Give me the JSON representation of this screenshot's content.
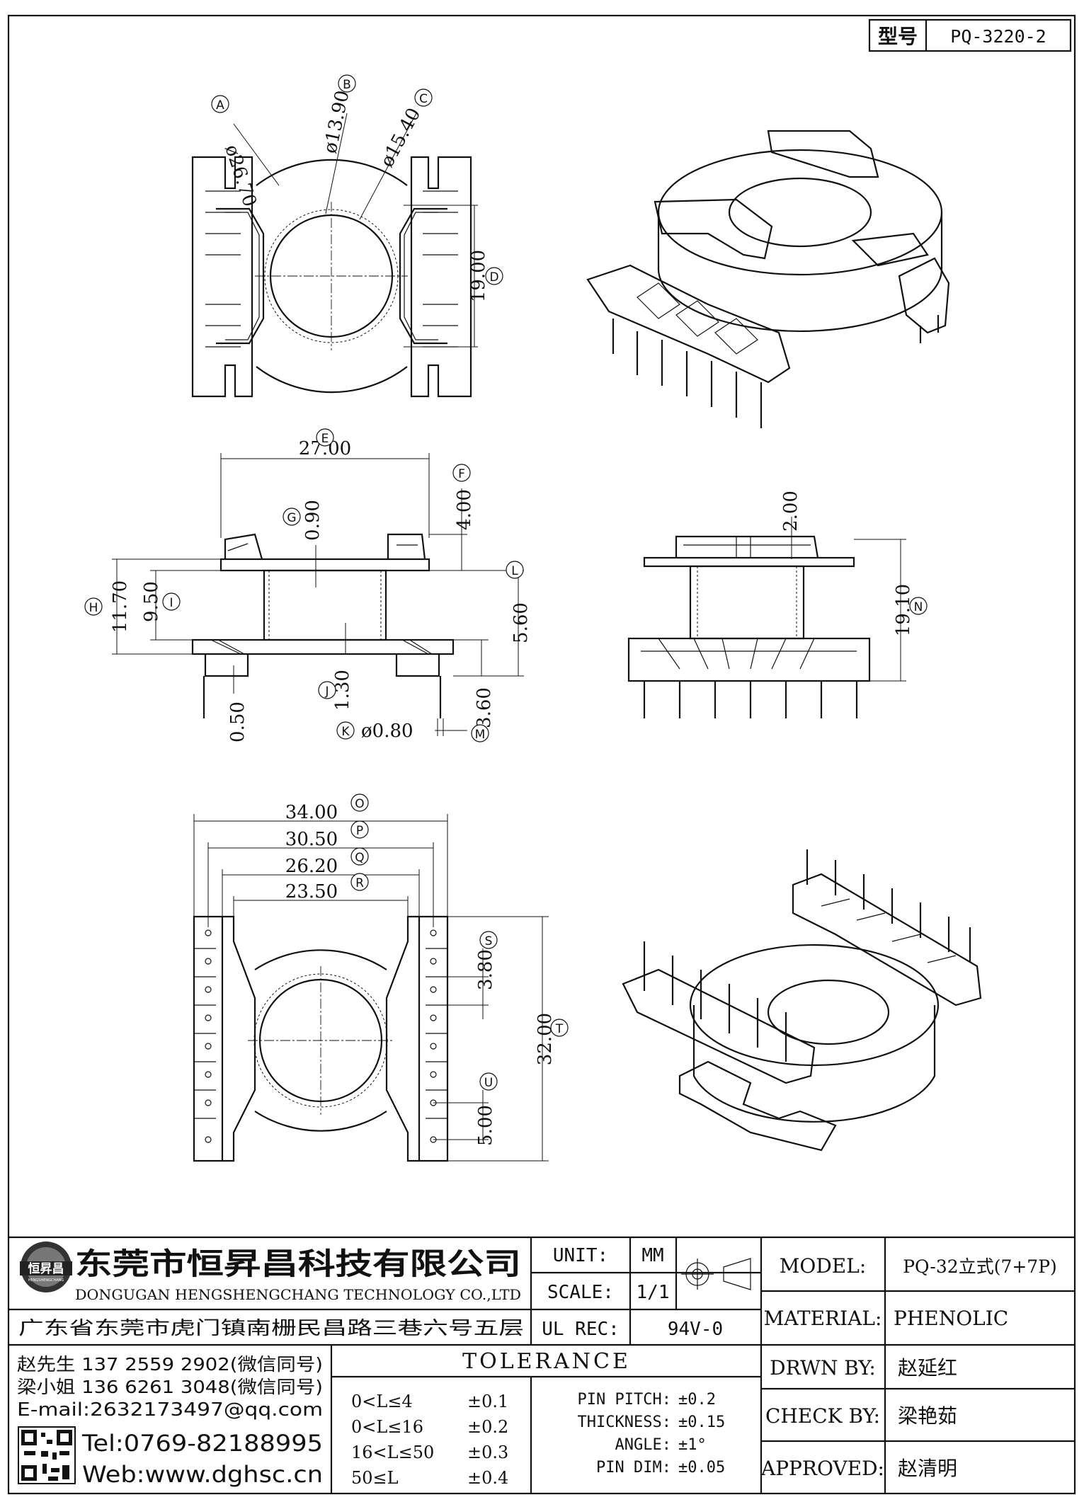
{
  "title_block": {
    "type_label": "型号",
    "type_value": "PQ-3220-2",
    "company_cn": "东莞市恒昇昌科技有限公司",
    "company_en": "DONGUGAN HENGSHENGCHANG TECHNOLOGY CO.,LTD",
    "logo_text": "恒昇昌",
    "logo_subtext": "HENGSHENGCHANG",
    "address": "广东省东莞市虎门镇南栅民昌路三巷六号五层",
    "contact_1": "赵先生 137 2559 2902(微信同号)",
    "contact_2": "梁小姐 136 6261 3048(微信同号)",
    "email": "E-mail:2632173497@qq.com",
    "tel": "Tel:0769-82188995",
    "web": "Web:www.dghsc.cn",
    "unit_label": "UNIT:",
    "unit_value": "MM",
    "scale_label": "SCALE:",
    "scale_value": "1/1",
    "ulrec_label": "UL REC:",
    "ulrec_value": "94V-0",
    "model_label": "MODEL:",
    "model_value": "PQ-32立式(7+7P)",
    "material_label": "MATERIAL:",
    "material_value": "PHENOLIC",
    "drawn_label": "DRWN BY:",
    "drawn_value": "赵延红",
    "check_label": "CHECK BY:",
    "check_value": "梁艳茹",
    "approved_label": "APPROVED:",
    "approved_value": "赵清明",
    "tolerance_title": "TOLERANCE",
    "tol_rows": [
      {
        "range": "0<L≤4",
        "value": "±0.1"
      },
      {
        "range": "0<L≤16",
        "value": "±0.2"
      },
      {
        "range": "16<L≤50",
        "value": "±0.3"
      },
      {
        "range": "50≤L",
        "value": "±0.4"
      }
    ],
    "tol_right": [
      {
        "label": "PIN PITCH:",
        "value": "±0.2"
      },
      {
        "label": "THICKNESS:",
        "value": "±0.15"
      },
      {
        "label": "ANGLE:",
        "value": "±1°"
      },
      {
        "label": "PIN DIM:",
        "value": "±0.05"
      }
    ]
  },
  "dimensions": {
    "A": {
      "letter": "A",
      "value": "ø26.70"
    },
    "B": {
      "letter": "B",
      "value": "ø13.90"
    },
    "C": {
      "letter": "C",
      "value": "ø15.40"
    },
    "D": {
      "letter": "D",
      "value": "19.00"
    },
    "E": {
      "letter": "E",
      "value": "27.00"
    },
    "F": {
      "letter": "F",
      "value": "4.00"
    },
    "G": {
      "letter": "G",
      "value": "0.90"
    },
    "H": {
      "letter": "H",
      "value": "11.70"
    },
    "I": {
      "letter": "I",
      "value": "9.50"
    },
    "J": {
      "letter": "J",
      "value": "1.30"
    },
    "K": {
      "letter": "K",
      "value": "ø0.80"
    },
    "L": {
      "letter": "L",
      "value": "5.60"
    },
    "M": {
      "letter": "M",
      "value": "3.60"
    },
    "N": {
      "letter": "N",
      "value": "19.10"
    },
    "O": {
      "letter": "O",
      "value": "34.00"
    },
    "P": {
      "letter": "P",
      "value": "30.50"
    },
    "Q": {
      "letter": "Q",
      "value": "26.20"
    },
    "R": {
      "letter": "R",
      "value": "23.50"
    },
    "S": {
      "letter": "S",
      "value": "3.80"
    },
    "T": {
      "letter": "T",
      "value": "32.00"
    },
    "U": {
      "letter": "U",
      "value": "5.00"
    },
    "extra_050": "0.50",
    "extra_200": "2.00"
  }
}
